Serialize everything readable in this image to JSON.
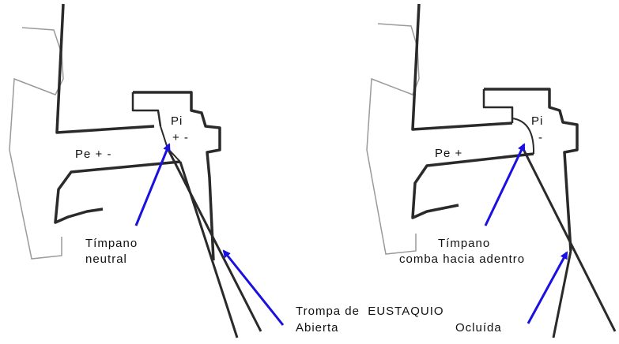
{
  "left_diagram": {
    "pe_label": "Pe + -",
    "pi_label": "Pi",
    "pi_sign": "+ -",
    "tympanum_line1": "Tímpano",
    "tympanum_line2": "neutral",
    "tube_state": "Abierta"
  },
  "right_diagram": {
    "pe_label": "Pe +",
    "pi_label": "Pi",
    "pi_sign": "-",
    "tympanum_line1": "Tímpano",
    "tympanum_line2": "comba hacia adentro",
    "tube_state": "Ocluída"
  },
  "shared": {
    "tube_title": "Trompa de  EUSTAQUIO"
  },
  "colors": {
    "arrow": "#1a10e0",
    "outline": "#2a2a2a",
    "skull": "#9a9a9a"
  }
}
